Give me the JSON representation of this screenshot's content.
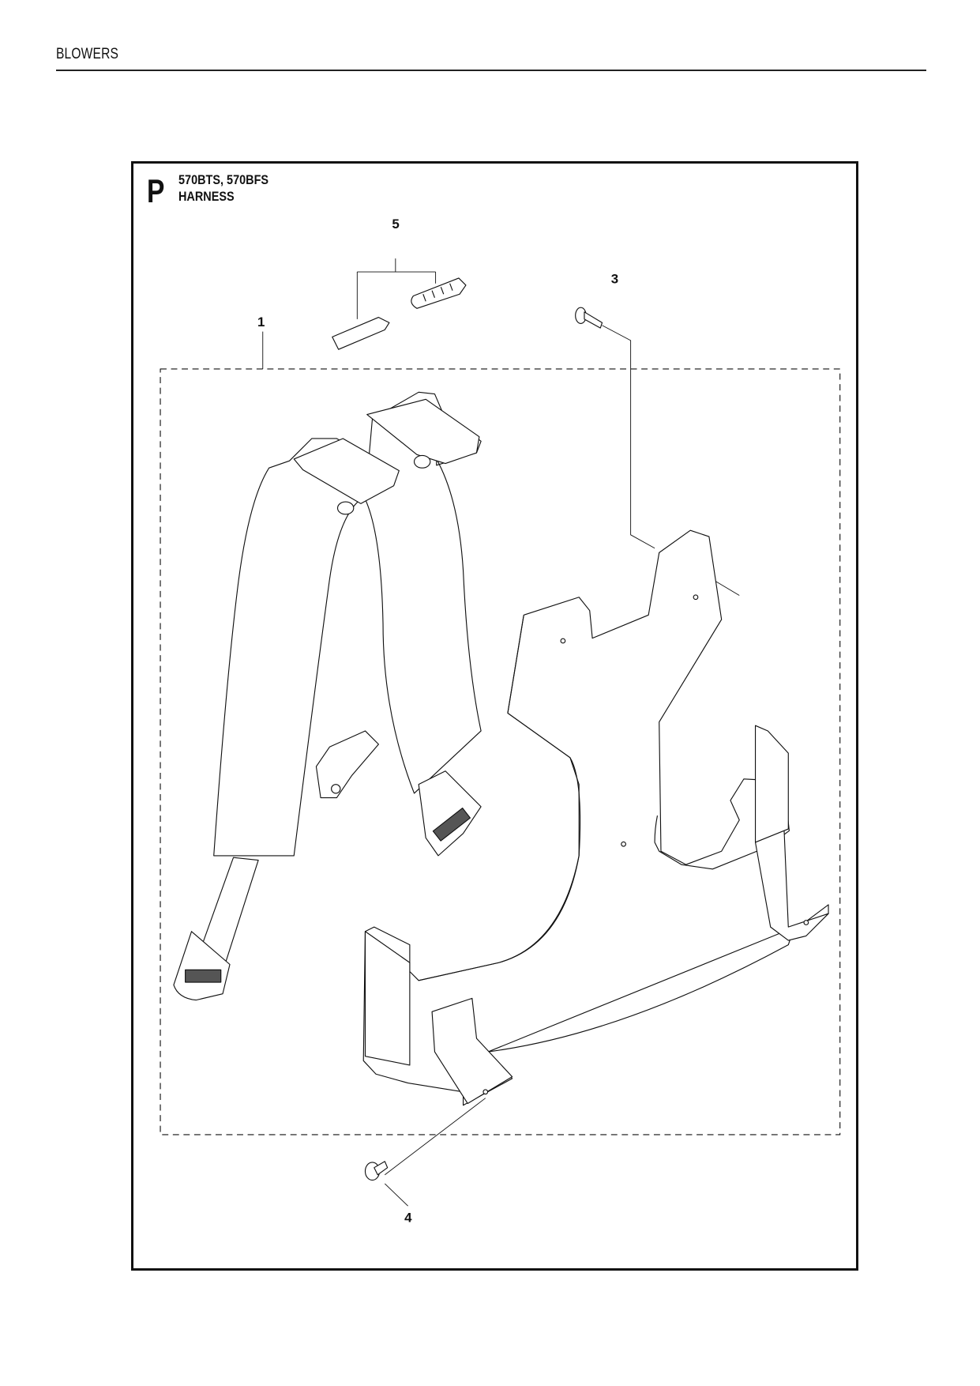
{
  "header": {
    "section": "BLOWERS"
  },
  "diagram": {
    "letter": "P",
    "models": "570BTS, 570BFS",
    "title": "HARNESS",
    "callouts": [
      "1",
      "3",
      "4",
      "5"
    ]
  }
}
